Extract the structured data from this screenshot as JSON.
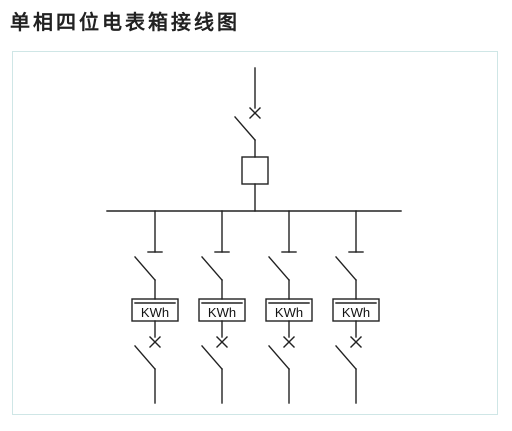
{
  "title": "单相四位电表箱接线图",
  "meter_label": "KWh",
  "meter_count": 4,
  "colors": {
    "line": "#222222",
    "frame_border": "#cfe6e6",
    "title": "#222222"
  }
}
